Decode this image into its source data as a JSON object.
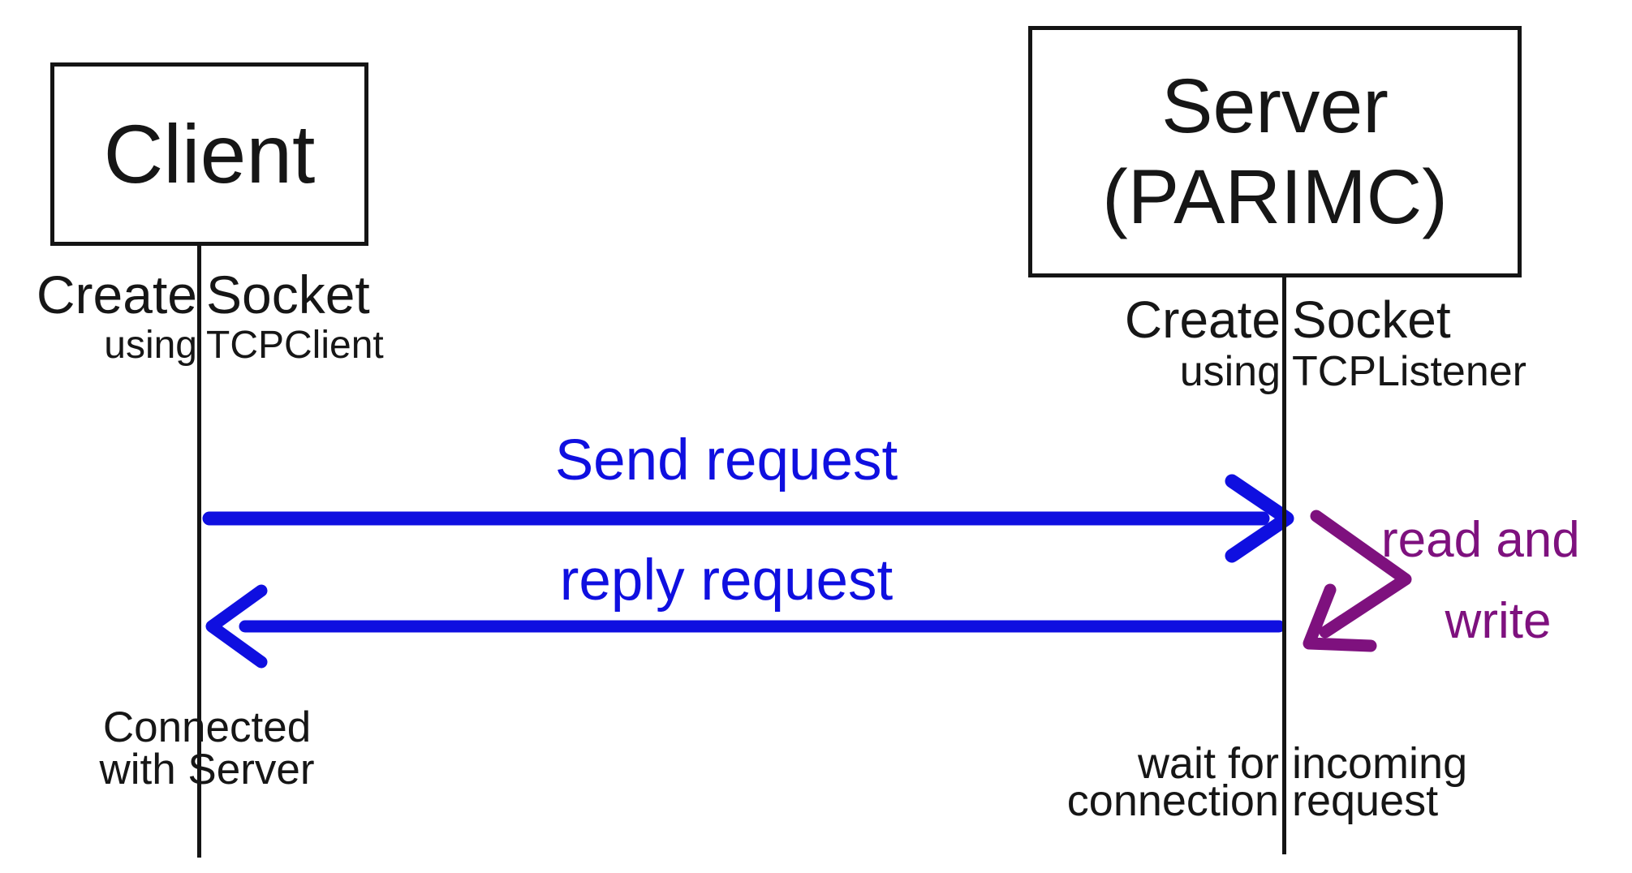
{
  "diagram": {
    "client": {
      "title": "Client",
      "socket_label": {
        "line1_left": "Create",
        "line1_right": "Socket",
        "line2_left": "using",
        "line2_right": "TCPClient"
      },
      "status": {
        "line1": "Connected",
        "line2": "with Server"
      }
    },
    "server": {
      "title_line1": "Server",
      "title_line2": "(PARIMC)",
      "socket_label": {
        "line1_left": "Create",
        "line1_right": "Socket",
        "line2_left": "using",
        "line2_right": "TCPListener"
      },
      "status": {
        "line1_left": "wait for",
        "line1_right": "incoming",
        "line2_left": "connection",
        "line2_right": "request"
      }
    },
    "messages": {
      "send_label": "Send request",
      "reply_label": "reply request"
    },
    "read_write_note": {
      "line1": "read and",
      "line2": "write"
    },
    "colors": {
      "black": "#141414",
      "blue": "#0f0fe0",
      "purple": "#7e117e"
    }
  }
}
